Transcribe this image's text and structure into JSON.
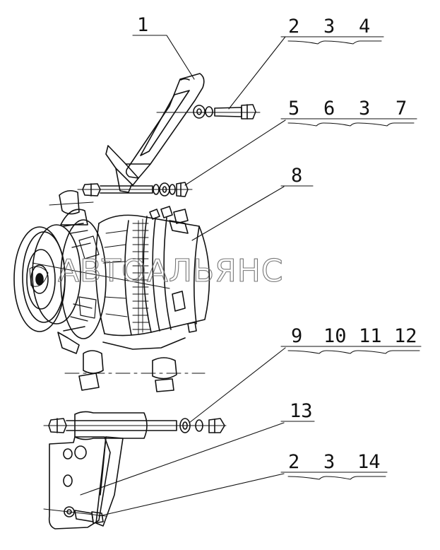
{
  "callouts": {
    "c1": "1",
    "c2_top": "2",
    "c3_top": "3",
    "c4": "4",
    "c5": "5",
    "c6": "6",
    "c3_mid": "3",
    "c7": "7",
    "c8": "8",
    "c9": "9",
    "c10": "10",
    "c11": "11",
    "c12": "12",
    "c13": "13",
    "c2_bot": "2",
    "c3_bot": "3",
    "c14": "14"
  },
  "watermark": "АВТОАЛЬЯНС"
}
